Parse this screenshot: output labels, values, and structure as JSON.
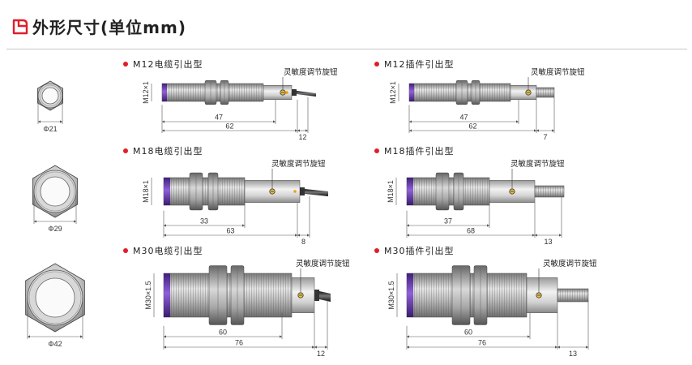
{
  "title": "外形尺寸(单位mm)",
  "knob_label": "灵敏度调节旋钮",
  "colors": {
    "accent": "#e01e2b",
    "lens": "#6a3ab8",
    "thread": "#b8b8b8",
    "body": "#cfcfcf"
  },
  "views": [
    {
      "diameter_label": "Φ21"
    },
    {
      "diameter_label": "Φ29"
    },
    {
      "diameter_label": "Φ42"
    }
  ],
  "models": [
    {
      "name": "M12电缆引出型",
      "thread_label": "M12×1",
      "dims": [
        "47",
        "62",
        "12"
      ]
    },
    {
      "name": "M12插件引出型",
      "thread_label": "M12×1",
      "dims": [
        "47",
        "62",
        "7"
      ]
    },
    {
      "name": "M18电缆引出型",
      "thread_label": "M18×1",
      "dims": [
        "33",
        "63",
        "8"
      ]
    },
    {
      "name": "M18插件引出型",
      "thread_label": "M18×1",
      "dims": [
        "37",
        "68",
        "13"
      ]
    },
    {
      "name": "M30电缆引出型",
      "thread_label": "M30×1.5",
      "dims": [
        "60",
        "76",
        "12"
      ]
    },
    {
      "name": "M30插件引出型",
      "thread_label": "M30×1.5",
      "dims": [
        "60",
        "76",
        "13"
      ]
    }
  ]
}
